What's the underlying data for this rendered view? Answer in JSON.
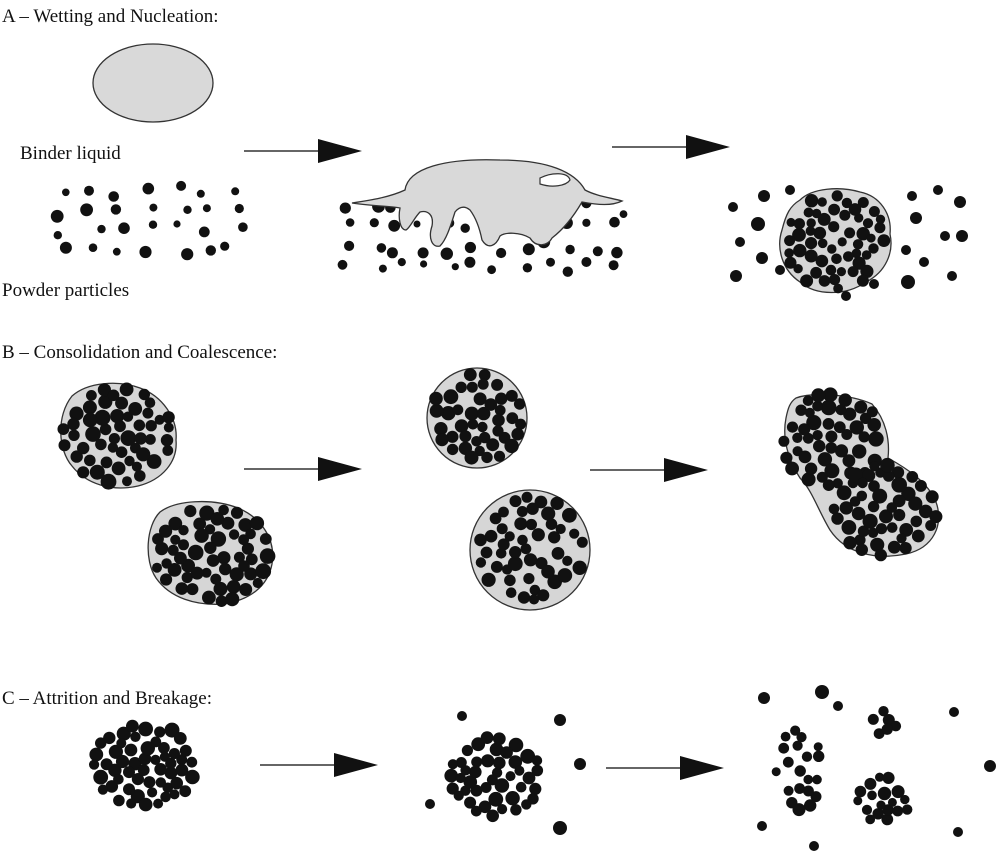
{
  "panels": {
    "a": {
      "heading": "A – Wetting and Nucleation:",
      "binder_label": "Binder liquid",
      "powder_label": "Powder  particles"
    },
    "b": {
      "heading": "B – Consolidation and Coalescence:"
    },
    "c": {
      "heading": "C – Attrition and Breakage:"
    }
  },
  "colors": {
    "liquid": "#d6d6d6",
    "particle": "#111111",
    "outline": "#333333"
  }
}
